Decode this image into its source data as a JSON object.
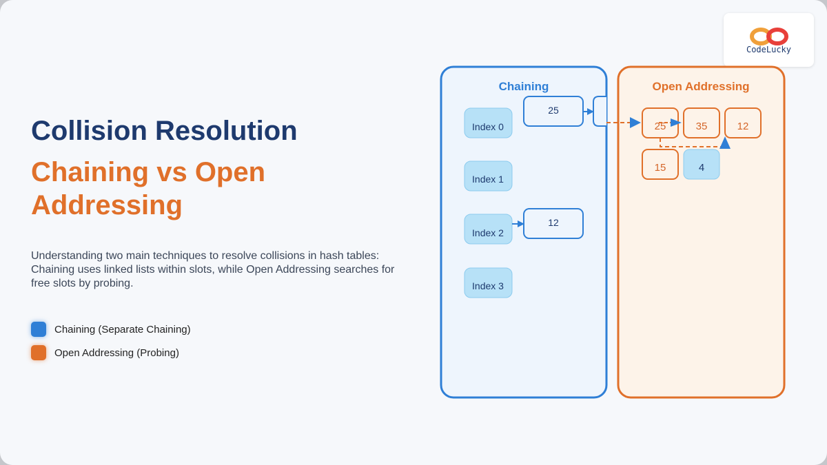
{
  "title": "Collision Resolution",
  "subtitle": "Chaining vs Open Addressing",
  "description": "Understanding two main techniques to resolve collisions in hash tables: Chaining uses linked lists within slots, while Open Addressing searches for free slots by probing.",
  "legend": [
    {
      "label": "Chaining (Separate Chaining)",
      "color": "#2f7fd6"
    },
    {
      "label": "Open Addressing (Probing)",
      "color": "#e0702a"
    }
  ],
  "logo": {
    "text": "CodeLucky",
    "icon": "infinity-logo-icon"
  },
  "diagram": {
    "chaining": {
      "title": "Chaining",
      "indices": [
        "Index 0",
        "Index 1",
        "Index 2",
        "Index 3"
      ],
      "nodes": [
        "25",
        "12"
      ]
    },
    "open_addressing": {
      "title": "Open Addressing",
      "cells": [
        "25",
        "35",
        "12",
        "15",
        "4"
      ]
    }
  },
  "colors": {
    "blue": "#2f7fd6",
    "orange": "#e0702a",
    "navy": "#1e3a6e"
  }
}
